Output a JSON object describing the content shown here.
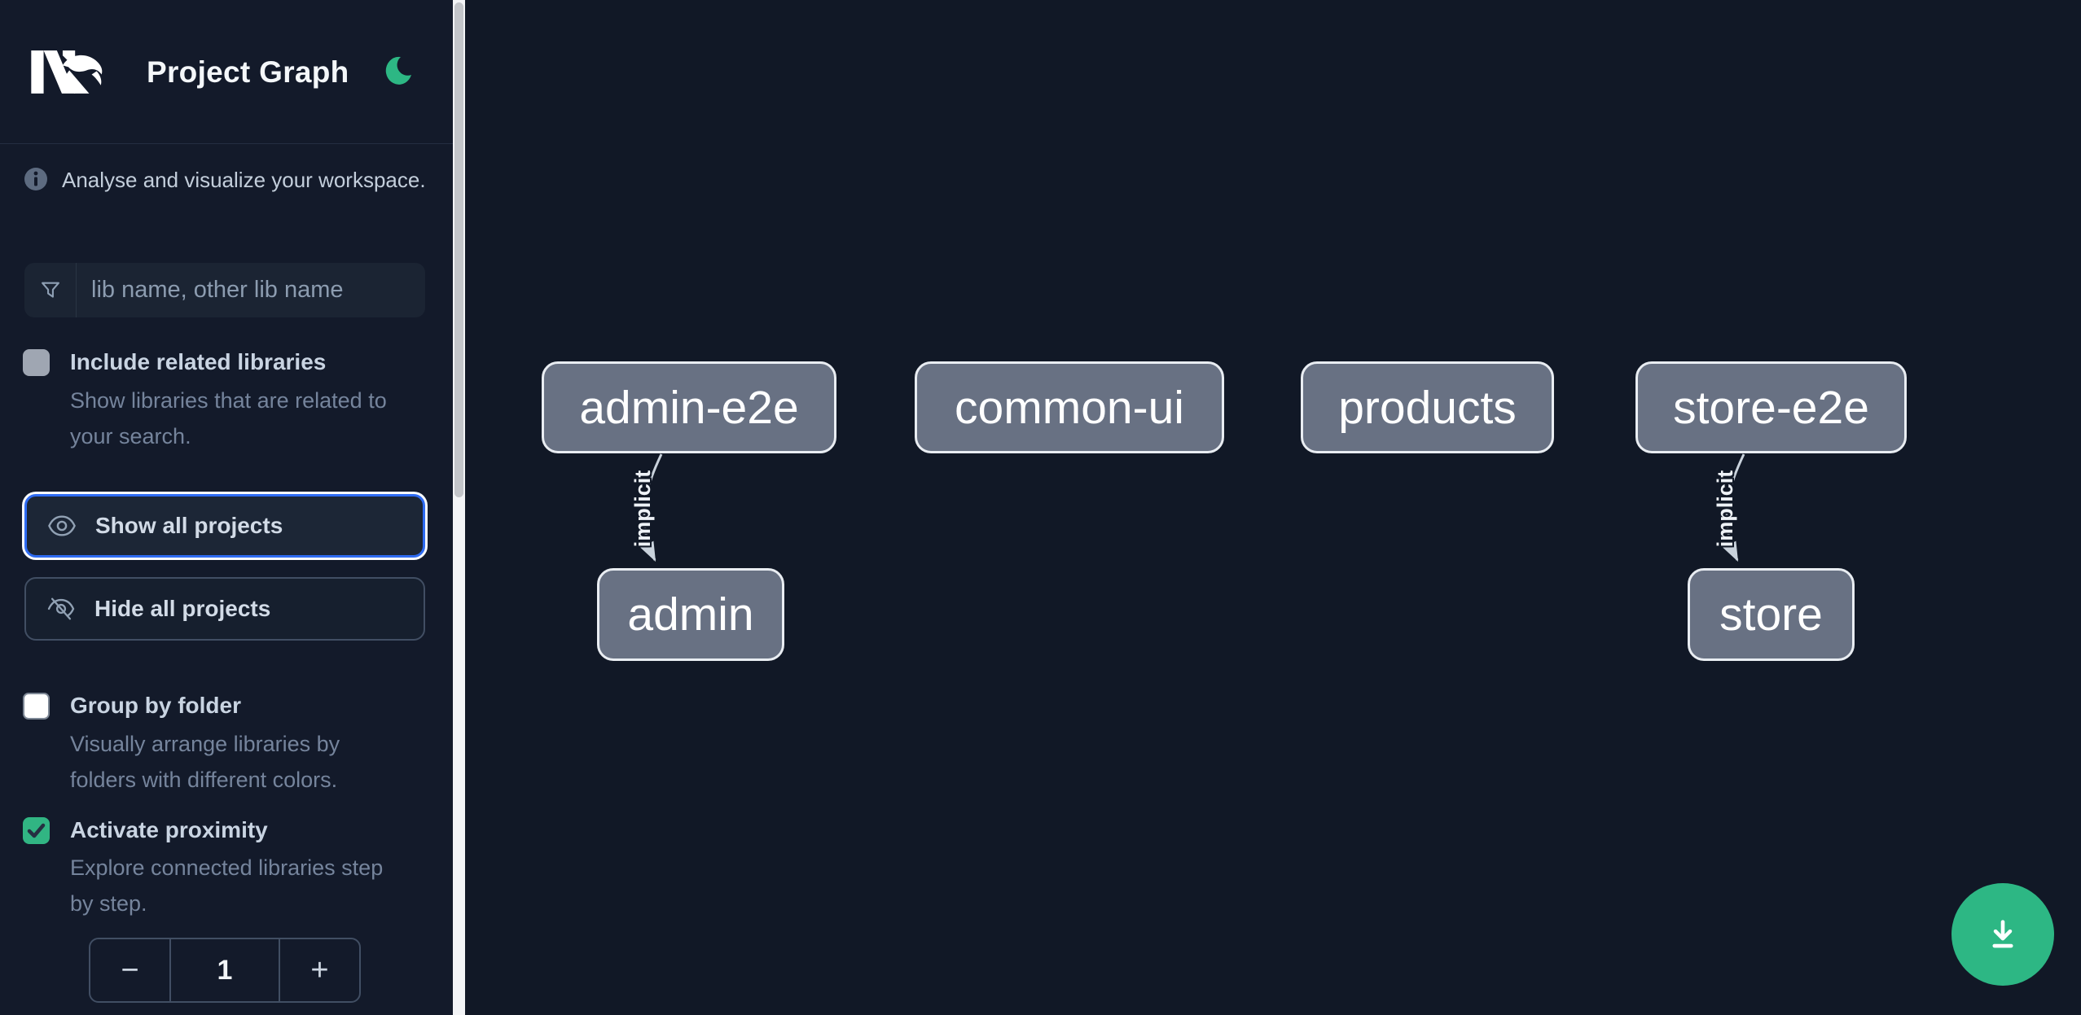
{
  "header": {
    "title": "Project Graph"
  },
  "sidebar": {
    "info_text": "Analyse and visualize your workspace.",
    "search_placeholder": "lib name, other lib name",
    "include_related": {
      "label": "Include related libraries",
      "description_lines": [
        "Show libraries that are related to",
        "your search."
      ],
      "checked": false
    },
    "show_all_label": "Show all projects",
    "hide_all_label": "Hide all projects",
    "group_by_folder": {
      "label": "Group by folder",
      "description_lines": [
        "Visually arrange libraries by",
        "folders with different colors."
      ],
      "checked": false
    },
    "activate_proximity": {
      "label": "Activate proximity",
      "description_lines": [
        "Explore connected libraries step",
        "by step."
      ],
      "checked": true
    },
    "stepper": {
      "decrement": "−",
      "value": "1",
      "increment": "+"
    }
  },
  "graph": {
    "nodes": [
      {
        "id": "admin-e2e",
        "label": "admin-e2e"
      },
      {
        "id": "common-ui",
        "label": "common-ui"
      },
      {
        "id": "products",
        "label": "products"
      },
      {
        "id": "store-e2e",
        "label": "store-e2e"
      },
      {
        "id": "admin",
        "label": "admin"
      },
      {
        "id": "store",
        "label": "store"
      }
    ],
    "edges": [
      {
        "source": "admin-e2e",
        "target": "admin",
        "label": "implicit",
        "type": "implicit"
      },
      {
        "source": "store-e2e",
        "target": "store",
        "label": "implicit",
        "type": "implicit"
      }
    ]
  },
  "icons": {
    "logo": "nx-logo",
    "theme": "moon",
    "info": "info-circle",
    "search": "funnel",
    "show_all": "eye",
    "hide_all": "eye-off",
    "fab": "download"
  },
  "colors": {
    "sidebar_bg": "#131a2a",
    "canvas_bg": "#111826",
    "accent_blue": "#2e6bf2",
    "accent_green": "#2db784",
    "node_fill": "#687183",
    "node_border": "#e9edf2",
    "edge": "#c9d2dc"
  }
}
